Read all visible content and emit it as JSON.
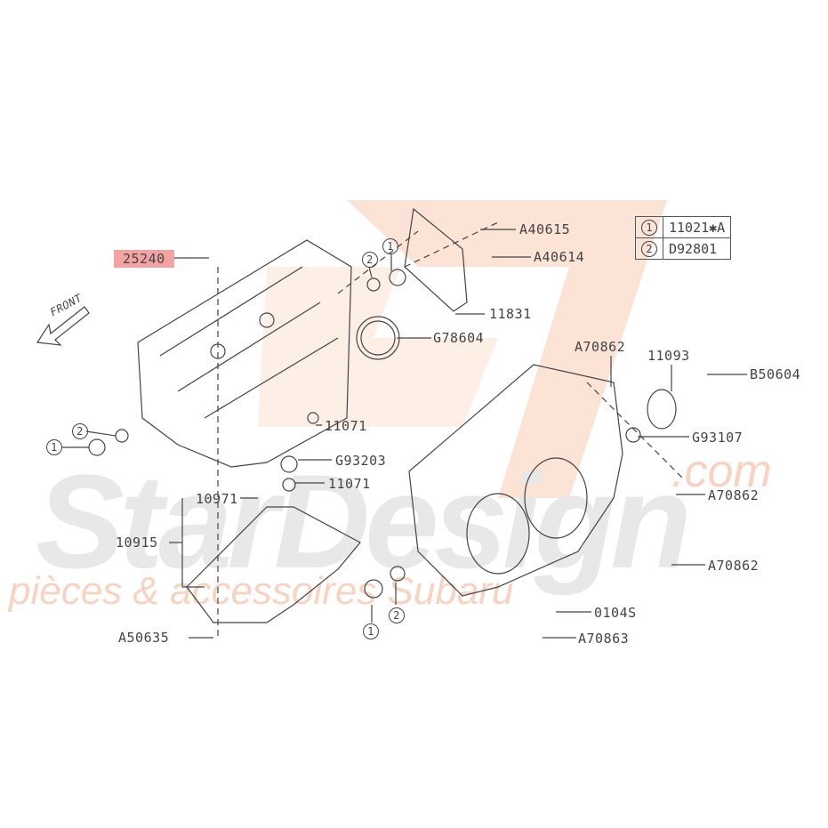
{
  "watermark": {
    "brand": "StarDesign",
    "domain": ".com",
    "tagline": "pièces & accessoires Subaru"
  },
  "colors": {
    "watermark_orange": "#f7c9b0",
    "watermark_grey": "#e6e6e6",
    "highlight": "#f4a3a3",
    "line": "#444444"
  },
  "front_label": "FRONT",
  "highlighted_part": "25240",
  "legend": [
    {
      "marker": "1",
      "part": "11021✱A"
    },
    {
      "marker": "2",
      "part": "D92801"
    }
  ],
  "labels": {
    "a40615": "A40615",
    "a40614": "A40614",
    "p11831": "11831",
    "g78604": "G78604",
    "a70862_top": "A70862",
    "p11093": "11093",
    "b50604": "B50604",
    "g93107": "G93107",
    "p11071_a": "11071",
    "g93203": "G93203",
    "p11071_b": "11071",
    "p10971": "10971",
    "p10915": "10915",
    "a50635": "A50635",
    "a70862_mid": "A70862",
    "a70862_low": "A70862",
    "p0104s": "0104S",
    "a70863": "A70863"
  },
  "markers": {
    "m1": "1",
    "m2": "2"
  }
}
